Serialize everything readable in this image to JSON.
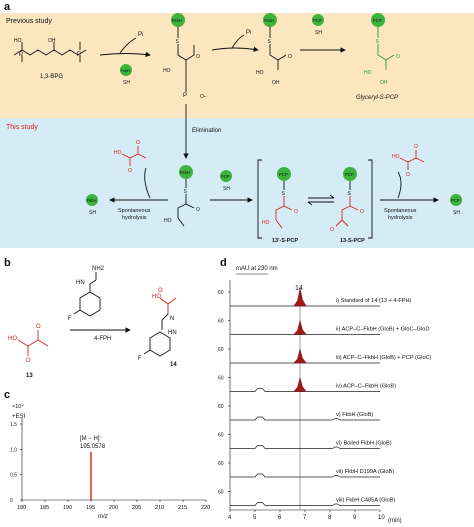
{
  "panel_a": {
    "label": "a",
    "previous_study": "Previous study",
    "this_study": "This study",
    "pi_1": "Pi",
    "pi_2": "Pi",
    "bpg": "1,3-BPG",
    "fkbh": "FkbH",
    "pcp": "PCP",
    "sh": "SH",
    "s": "S",
    "glyceryl": "Glyceryl-S-PCP",
    "elimination": "Elimination",
    "spont_1": "Spontaneous\nhydrolysis",
    "spont_2": "Spontaneous\nhydrolysis",
    "cmpd_13p": "13'-S-PCP",
    "cmpd_13": "13-S-PCP",
    "ho": "HO",
    "oh": "OH",
    "o": "O",
    "p": "P",
    "om": "O−"
  },
  "panel_b": {
    "label": "b",
    "reagent": "4-FPH",
    "cmpd_13": "13",
    "cmpd_14": "14",
    "nh2": "NH2",
    "hn": "HN",
    "f": "F",
    "n": "N",
    "ho": "HO",
    "o": "O"
  },
  "panel_c": {
    "label": "c",
    "scale": "×10⁴",
    "mode": "+ESI",
    "ion": "[M − H]⁻",
    "mz_value": "195.0578",
    "xlabel": "m/z",
    "x_ticks": [
      "180",
      "185",
      "190",
      "195",
      "200",
      "205",
      "210",
      "215",
      "220"
    ],
    "y_ticks": [
      "0",
      "0.5",
      "1.0",
      "1.5"
    ]
  },
  "panel_d": {
    "label": "d",
    "ylabel": "mAU at 230 nm",
    "peak_label": "14",
    "xlabel": "(min)",
    "y_ticks": [
      "60",
      "60",
      "60",
      "60",
      "60",
      "60",
      "60",
      "60"
    ],
    "x_ticks": [
      "4",
      "5",
      "6",
      "7",
      "8",
      "9",
      "10"
    ],
    "traces": [
      "i) Standard of 14 (13 + 4-FPH)",
      "ii) ACP–C–FkbH (GloB) + GloC–GloD",
      "iii) ACP–C–FkbH (GloB) + PCP (GloC)",
      "iv) ACP–C–FkbH (GloB)",
      "v) FkbH (GloB)",
      "vi) Boiled FkbH (GloB)",
      "vii) FkbH D199A (GloB)",
      "viii) FkbH C485A (GloB)"
    ]
  },
  "colors": {
    "previous_bg": "#fbe6c0",
    "this_bg": "#d5ecf6",
    "red": "#d8231c",
    "green": "#3cb43c",
    "peak_fill": "#a01818"
  }
}
